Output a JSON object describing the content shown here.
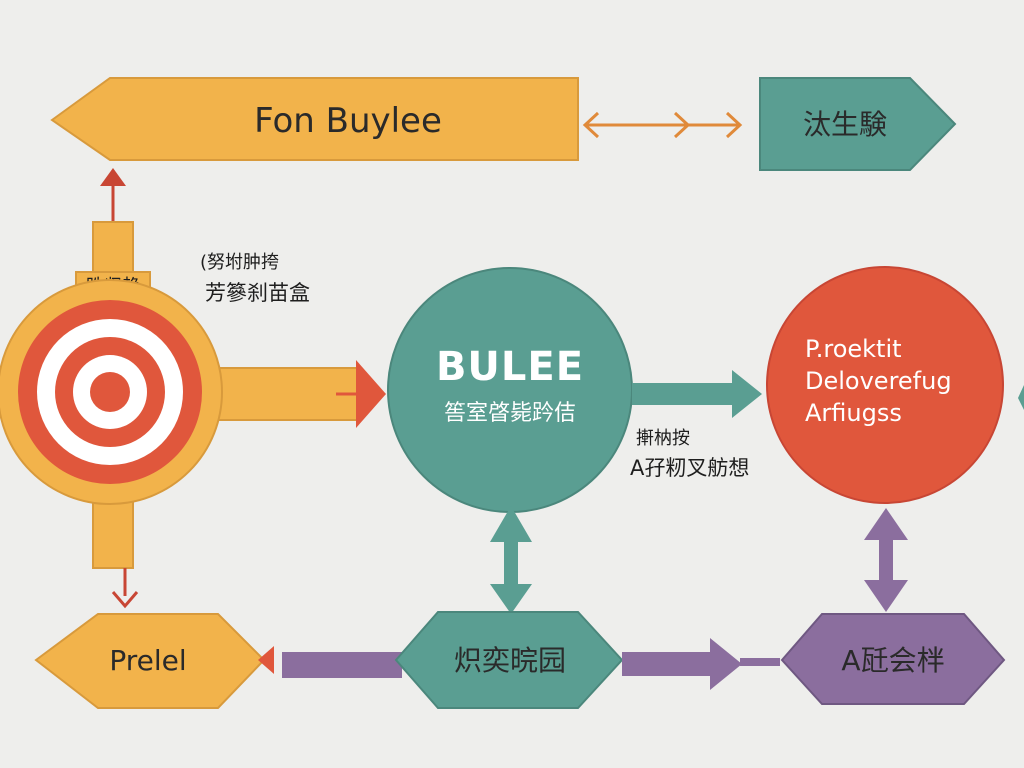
{
  "colors": {
    "yellow": "#f2b34b",
    "yellow_edge": "#d89a3c",
    "teal": "#5a9e92",
    "teal_edge": "#4b877c",
    "red": "#e0573c",
    "purple": "#8b6e9e",
    "orange_arrow": "#e08a3a",
    "background": "#eeeeec"
  },
  "nodes": {
    "top_banner": "Fon Buylee",
    "top_right_box": "汰生験",
    "target_label_top": "(努坿肿挎",
    "target_label_bottom": "芳篸刹苗盒",
    "target_cap": "甠収趋",
    "center_circle_title": "BULEE",
    "center_circle_sub": "筶室晵毙趻佶",
    "mid_arrow_label_top": "搟枘按",
    "mid_arrow_label_bottom": "A孖籾叉舫想",
    "right_circle_line1": "P.roektit",
    "right_circle_line2": "Deloverefug",
    "right_circle_line3": "Arfiugss",
    "bottom_left_box": "Prelel",
    "bottom_center_box": "炽奕晥园",
    "bottom_right_box": "A瓩会柈"
  }
}
